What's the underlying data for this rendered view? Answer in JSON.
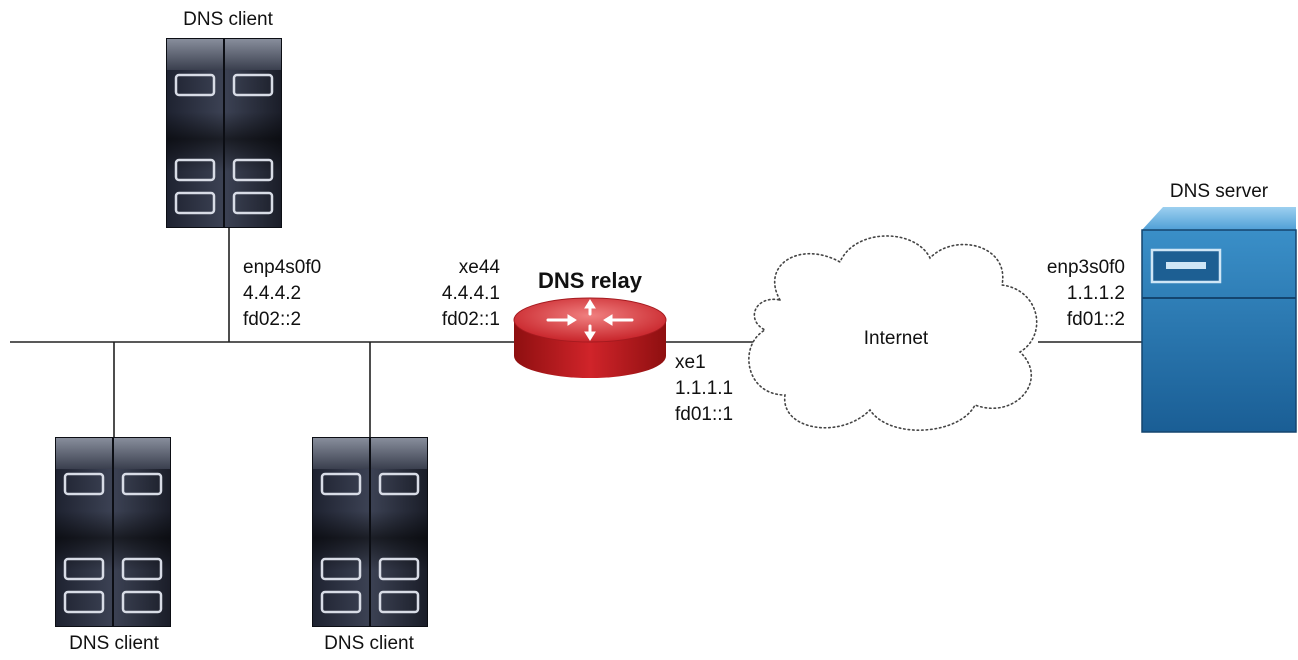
{
  "clients": [
    {
      "label": "DNS client"
    },
    {
      "label": "DNS client"
    },
    {
      "label": "DNS client"
    }
  ],
  "client_interface": {
    "name": "enp4s0f0",
    "ipv4": "4.4.4.2",
    "ipv6": "fd02::2"
  },
  "relay": {
    "label": "DNS relay",
    "lan_interface": {
      "name": "xe44",
      "ipv4": "4.4.4.1",
      "ipv6": "fd02::1"
    },
    "wan_interface": {
      "name": "xe1",
      "ipv4": "1.1.1.1",
      "ipv6": "fd01::1"
    }
  },
  "cloud": {
    "label": "Internet"
  },
  "server": {
    "label": "DNS server",
    "interface": {
      "name": "enp3s0f0",
      "ipv4": "1.1.1.2",
      "ipv6": "fd01::2"
    }
  }
}
